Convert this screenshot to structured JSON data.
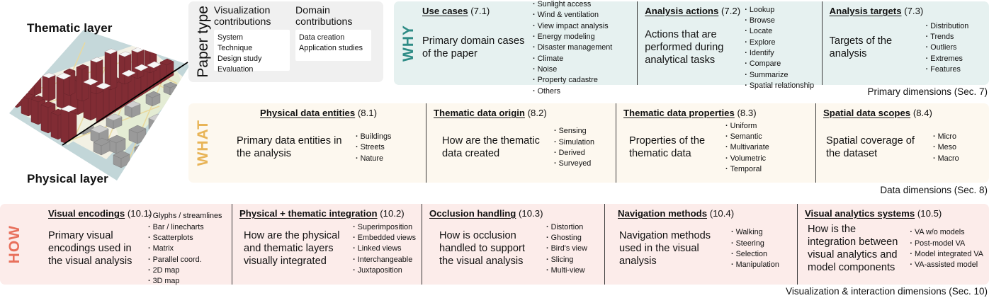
{
  "illustration": {
    "thematic_label": "Thematic layer",
    "physical_label": "Physical layer"
  },
  "paper_type": {
    "axis_label": "Paper type",
    "columns": [
      {
        "heading": "Visualization contributions",
        "items": [
          "System",
          "Technique",
          "Design study",
          "Evaluation"
        ]
      },
      {
        "heading": "Domain contributions",
        "items": [
          "Data creation",
          "Application studies"
        ]
      }
    ]
  },
  "bands": [
    {
      "axis_word": "WHY",
      "axis_color": "#2f8c86",
      "background": "#e6f1f0",
      "caption": "Primary dimensions (Sec. 7)",
      "cells": [
        {
          "title": "Use cases",
          "number": "(7.1)",
          "description": "Primary domain cases of the paper",
          "bullets": [
            "Sunlight access",
            "Wind & ventilation",
            "View impact analysis",
            "Energy modeling",
            "Disaster management",
            "Climate",
            "Noise",
            "Property cadastre",
            "Others"
          ]
        },
        {
          "title": "Analysis actions",
          "number": "(7.2)",
          "description": "Actions that are performed during analytical tasks",
          "bullets": [
            "Lookup",
            "Browse",
            "Locate",
            "Explore",
            "Identify",
            "Compare",
            "Summarize",
            "Spatial relationship"
          ]
        },
        {
          "title": "Analysis targets",
          "number": "(7.3)",
          "description": "Targets of the analysis",
          "bullets": [
            "Distribution",
            "Trends",
            "Outliers",
            "Extremes",
            "Features"
          ]
        }
      ]
    },
    {
      "axis_word": "WHAT",
      "axis_color": "#e8b457",
      "background": "#fdf8ef",
      "caption": "Data dimensions (Sec. 8)",
      "cells": [
        {
          "title": "Physical data entities",
          "number": "(8.1)",
          "description": "Primary data entities in the analysis",
          "bullets": [
            "Buildings",
            "Streets",
            "Nature"
          ]
        },
        {
          "title": "Thematic data origin",
          "number": "(8.2)",
          "description": "How are the thematic data created",
          "bullets": [
            "Sensing",
            "Simulation",
            "Derived",
            "Surveyed"
          ]
        },
        {
          "title": "Thematic data properties",
          "number": "(8.3)",
          "description": "Properties of the thematic data",
          "bullets": [
            "Uniform",
            "Semantic",
            "Multivariate",
            "Volumetric",
            "Temporal"
          ]
        },
        {
          "title": "Spatial data scopes",
          "number": "(8.4)",
          "description": "Spatial coverage of the dataset",
          "bullets": [
            "Micro",
            "Meso",
            "Macro"
          ]
        }
      ]
    },
    {
      "axis_word": "HOW",
      "axis_color": "#e8705c",
      "background": "#fcecea",
      "caption": "Visualization & interaction dimensions (Sec. 10)",
      "cells": [
        {
          "title": "Visual encodings",
          "number": "(10.1)",
          "description": "Primary visual encodings used in the visual analysis",
          "bullets": [
            "Glyphs / streamlines",
            "Bar / linecharts",
            "Scatterplots",
            "Matrix",
            "Parallel coord.",
            "2D map",
            "3D map"
          ]
        },
        {
          "title": "Physical + thematic integration",
          "number": "(10.2)",
          "description": "How are the physical and thematic layers visually integrated",
          "bullets": [
            "Superimposition",
            "Embedded views",
            "Linked views",
            "Interchangeable",
            "Juxtaposition"
          ]
        },
        {
          "title": "Occlusion handling",
          "number": "(10.3)",
          "description": "How is occlusion handled to support the visual analysis",
          "bullets": [
            "Distortion",
            "Ghosting",
            "Bird's view",
            "Slicing",
            "Multi-view"
          ]
        },
        {
          "title": "Navigation methods",
          "number": "(10.4)",
          "description": "Navigation methods used in the visual analysis",
          "bullets": [
            "Walking",
            "Steering",
            "Selection",
            "Manipulation"
          ]
        },
        {
          "title": "Visual analytics systems",
          "number": "(10.5)",
          "description": "How is the integration between visual analytics and model components",
          "bullets": [
            "VA w/o models",
            "Post-model VA",
            "Model integrated VA",
            "VA-assisted model"
          ]
        }
      ]
    }
  ]
}
